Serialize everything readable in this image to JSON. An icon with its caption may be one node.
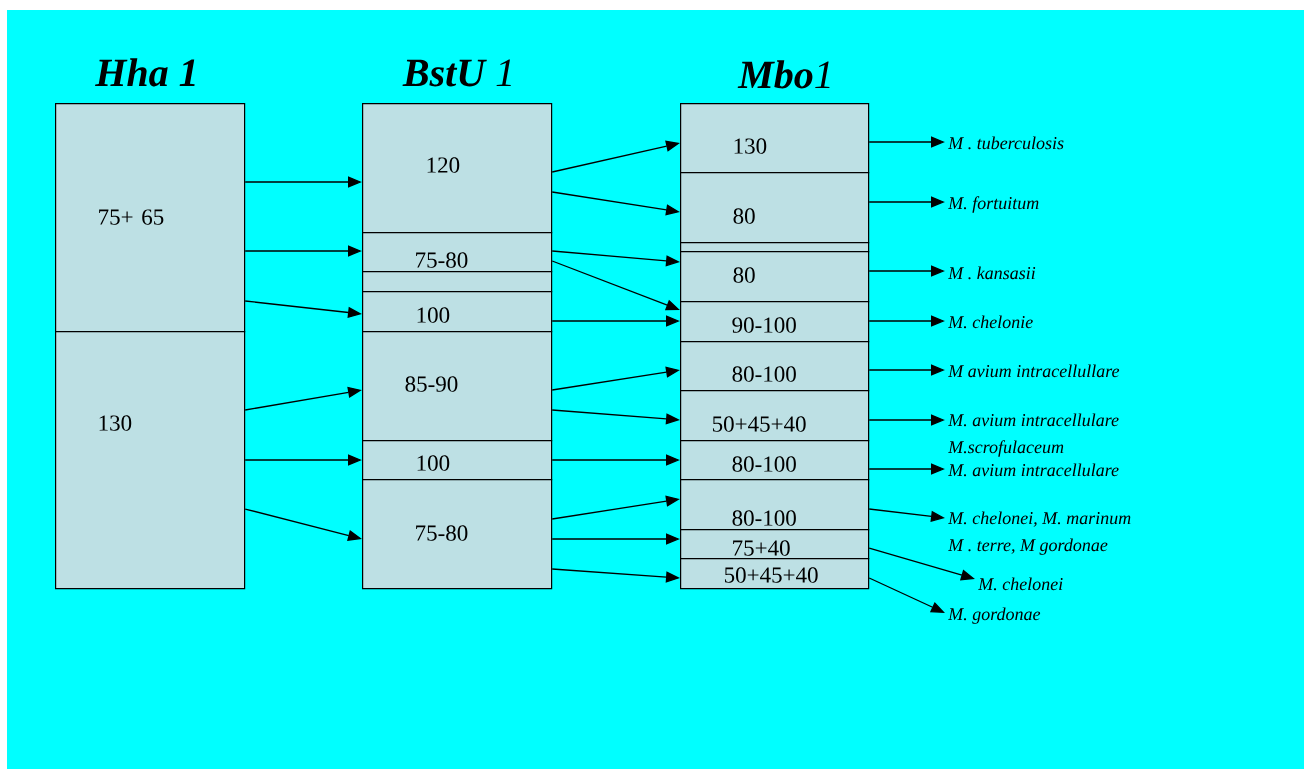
{
  "diagram": {
    "nodes": [
      {
        "text": [
          "75+ 65"
        ]
      },
      {
        "text": [
          "130"
        ]
      },
      {
        "text": [
          "120"
        ]
      },
      {
        "text": [
          "75-80"
        ]
      },
      {
        "text": [],
        "shape": "box"
      },
      {
        "text": [
          "100"
        ]
      },
      {
        "text": [
          "85-90"
        ]
      },
      {
        "text": [
          "100"
        ]
      },
      {
        "text": [
          "75-80"
        ]
      },
      {
        "text": [
          "130"
        ]
      },
      {
        "text": [
          "80"
        ]
      },
      {
        "text": [],
        "shape": "box"
      },
      {
        "text": [
          "80"
        ]
      },
      {
        "text": [
          "90-100"
        ]
      },
      {
        "text": [
          "80-100"
        ]
      },
      {
        "text": [
          "50+45+40"
        ]
      },
      {
        "text": [
          "80-100"
        ]
      },
      {
        "text": [
          "80-100"
        ]
      },
      {
        "text": [
          "75+40"
        ]
      },
      {
        "text": [
          "50+45+40"
        ]
      },
      {
        "text": [
          "M . tuberculosis"
        ]
      },
      {
        "text": [
          "M. fortuitum"
        ]
      },
      {
        "text": [
          "M . kansasii"
        ]
      },
      {
        "text": [
          "M. chelonie"
        ]
      },
      {
        "text": [
          "M avium intracellullare"
        ]
      },
      {
        "text": [
          "M. avium intracellulare",
          "M.scrofulaceum"
        ]
      },
      {
        "text": [
          "M. avium intracellulare"
        ]
      },
      {
        "text": [
          "M. chelonei, M. marinum",
          "M . terre, M gordonae"
        ]
      },
      {
        "text": [
          "M. chelonei"
        ]
      },
      {
        "text": [
          "M. gordonae"
        ]
      }
    ],
    "edges": [
      {
        "from": 0,
        "to": 2,
        "arrow": "to"
      },
      {
        "from": 0,
        "to": 3,
        "arrow": "to"
      },
      {
        "from": 0,
        "to": 5,
        "arrow": "to"
      },
      {
        "from": 1,
        "to": 6,
        "arrow": "to"
      },
      {
        "from": 1,
        "to": 7,
        "arrow": "to"
      },
      {
        "from": 1,
        "to": 8,
        "arrow": "to"
      },
      {
        "from": 2,
        "to": 9,
        "arrow": "to"
      },
      {
        "from": 2,
        "to": 10,
        "arrow": "to"
      },
      {
        "from": 3,
        "to": 12,
        "arrow": "to"
      },
      {
        "from": 3,
        "to": 13,
        "arrow": "to"
      },
      {
        "from": 5,
        "to": 13,
        "arrow": "to"
      },
      {
        "from": 6,
        "to": 14,
        "arrow": "to"
      },
      {
        "from": 6,
        "to": 15,
        "arrow": "to"
      },
      {
        "from": 7,
        "to": 16,
        "arrow": "to"
      },
      {
        "from": 8,
        "to": 17,
        "arrow": "to"
      },
      {
        "from": 8,
        "to": 18,
        "arrow": "to"
      },
      {
        "from": 8,
        "to": 19,
        "arrow": "to"
      },
      {
        "from": 9,
        "to": 20,
        "arrow": "to"
      },
      {
        "from": 10,
        "to": 21,
        "arrow": "to"
      },
      {
        "from": 12,
        "to": 22,
        "arrow": "to"
      },
      {
        "from": 13,
        "to": 23,
        "arrow": "to"
      },
      {
        "from": 14,
        "to": 24,
        "arrow": "to"
      },
      {
        "from": 15,
        "to": 25,
        "arrow": "to"
      },
      {
        "from": 16,
        "to": 26,
        "arrow": "to"
      },
      {
        "from": 17,
        "to": 27,
        "arrow": "to"
      },
      {
        "from": 18,
        "to": 28,
        "arrow": "to"
      },
      {
        "from": 19,
        "to": 29,
        "arrow": "to"
      }
    ],
    "labels": [
      "Hha 1",
      "**BstU** 1",
      "**Mbo**1"
    ]
  }
}
